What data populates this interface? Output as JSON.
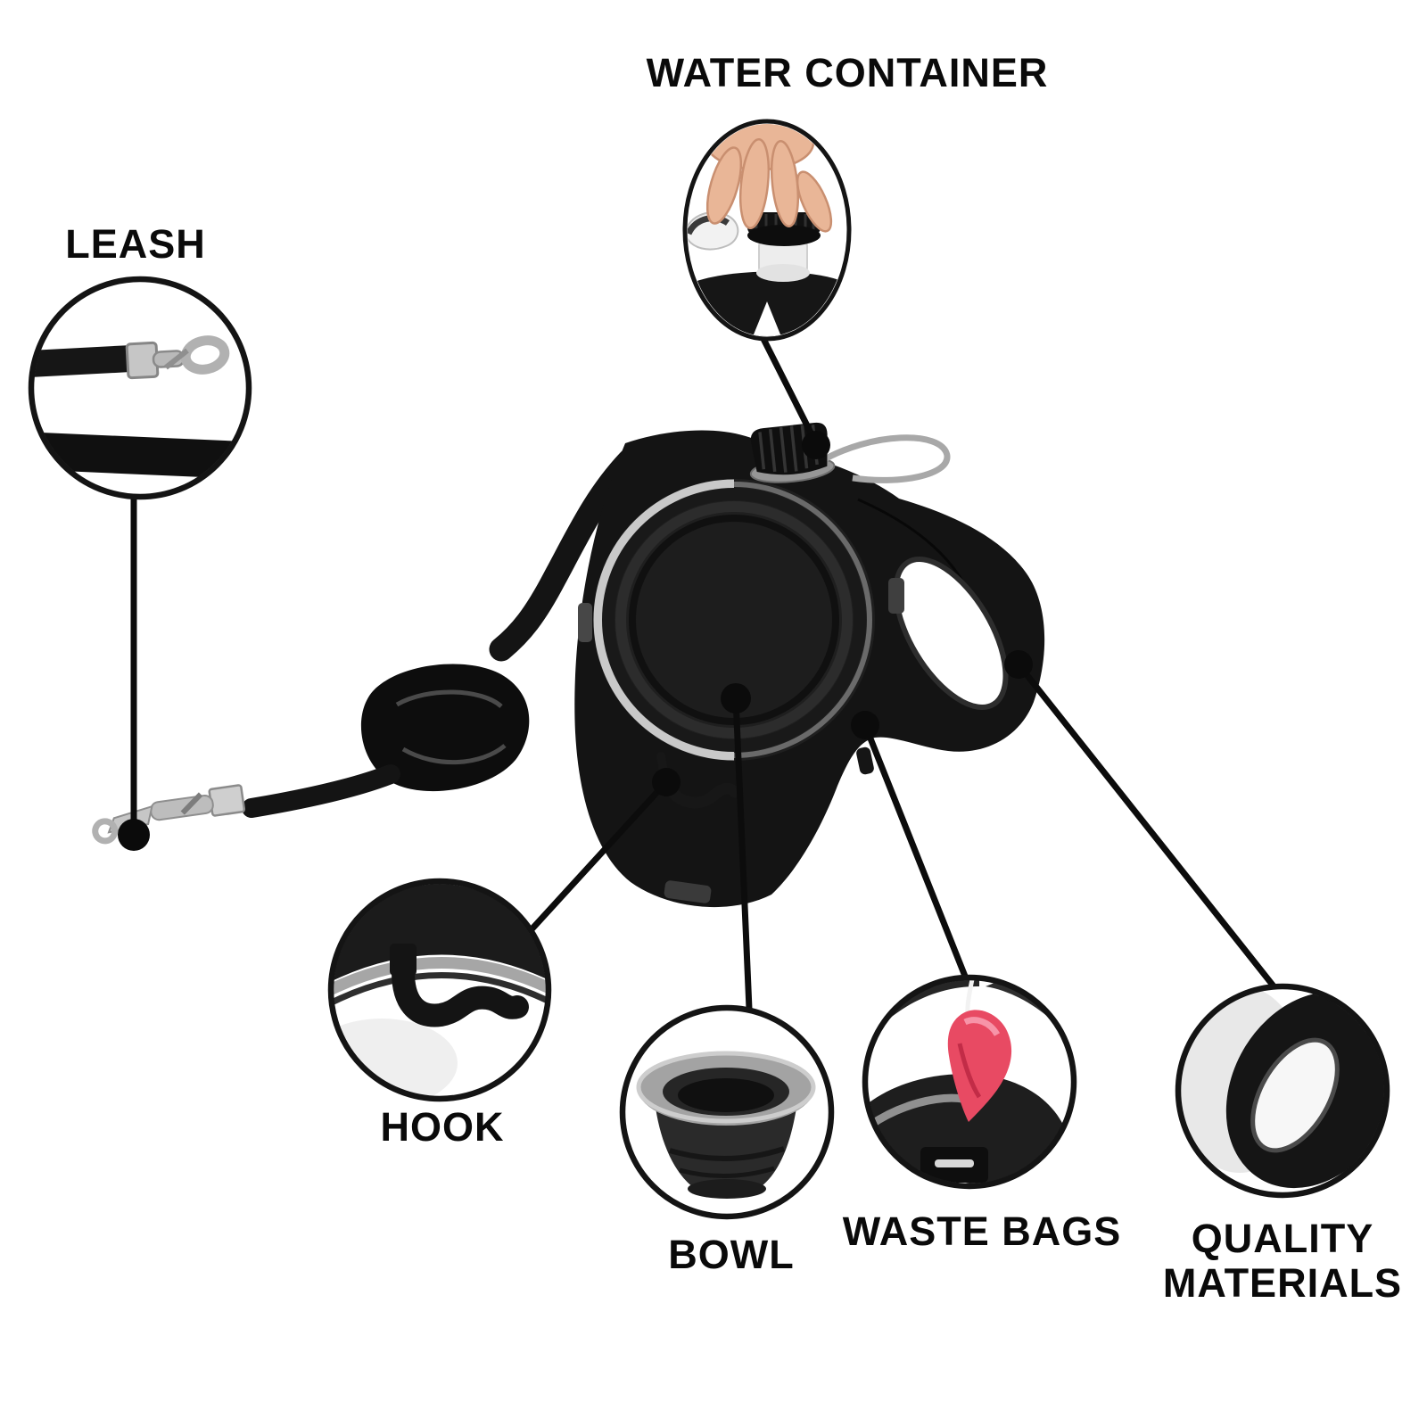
{
  "diagram": {
    "background_color": "#ffffff",
    "line_color": "#0c0c0c",
    "callouts": [
      {
        "id": "leash",
        "label": "LEASH"
      },
      {
        "id": "water-container",
        "label": "WATER CONTAINER"
      },
      {
        "id": "hook",
        "label": "HOOK"
      },
      {
        "id": "bowl",
        "label": "BOWL"
      },
      {
        "id": "waste-bags",
        "label": "WASTE BAGS"
      },
      {
        "id": "quality-materials",
        "label": "QUALITY MATERIALS"
      }
    ],
    "colors": {
      "product_black": "#141414",
      "metal_gray": "#bdbdbd",
      "bowl_rim_gray": "#a3a3a3",
      "waste_bag_red": "#e84a63",
      "hand_skin": "#e9b697"
    }
  }
}
